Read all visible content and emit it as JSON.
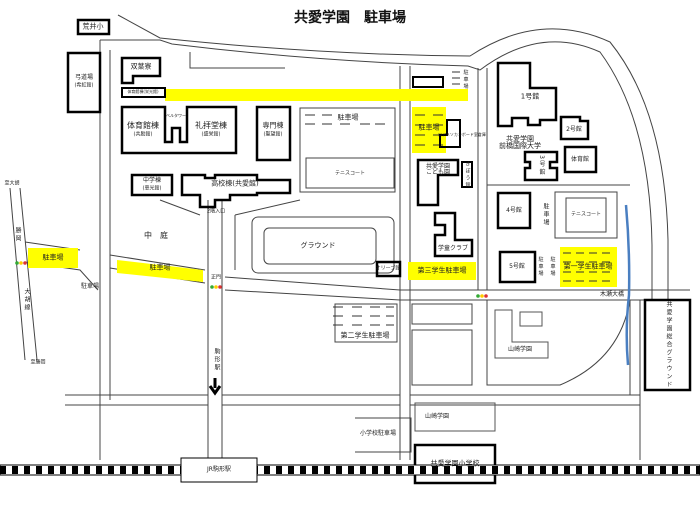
{
  "title": "共愛学園　駐車場",
  "colors": {
    "parking": "#ffff00",
    "river": "#4a7fc1",
    "building": "#000000"
  },
  "labels": {
    "arai": "荒井小",
    "kyudo": "弓道場",
    "kyudo_sub": "(希紅館)",
    "futaba": "双葉寮",
    "gym_small": "体育館棟(栄光館)",
    "gym": "体育館棟",
    "gym_sub": "(共励館)",
    "bell": "ベルタワー",
    "chapel": "礼拝堂棟",
    "chapel_sub": "(盛栄館)",
    "senmon": "専門棟",
    "senmon_sub": "(聖望館)",
    "chugaku": "中学棟",
    "chugaku_sub": "(恵光館)",
    "koko": "高校棟(共愛館)",
    "entrance2": "2階入口",
    "nakaniwa": "中　庭",
    "ground": "グラウンド",
    "tennis1": "テニスコート",
    "tennis2": "テニスコート",
    "parking_top": "駐車場",
    "parking_mid": "駐車場",
    "parking_yellow_mid": "駐車場",
    "parking_main": "駐車場",
    "parking_left": "駐車場",
    "parking_left2": "駐車場",
    "parking_right4": "駐車場",
    "parking_r5a": "駐車場",
    "parking_r5b": "駐車場",
    "storage": "ロアメソカンボード室倉庫",
    "kodomo": "共愛学園\nこども園",
    "kibou": "きぼう館",
    "gakudo": "学童クラブ",
    "olive": "オリーブ館",
    "p3": "第三学生駐車場",
    "p2": "第二学生駐車場",
    "p1": "第一学生駐車場",
    "univ": "共愛学園\n前橋国際大学",
    "b1": "1号館",
    "b2": "2号館",
    "b3": "3号館",
    "b4": "4号館",
    "b5": "5号館",
    "univ_gym": "体育館",
    "to_ogo": "至大胡",
    "katsuoka": "勝岡",
    "ogo_line": "大胡線",
    "to_katsuoka": "至勝岡",
    "seimon": "正門",
    "komagata": "駒形駅",
    "kise": "木瀬大橋",
    "sogo": "共愛学園総合グラウンド",
    "yamazaki1": "山崎学園",
    "yamazaki2": "山崎学園",
    "sho_parking": "小学校駐車場",
    "shogakko": "共愛学園小学校",
    "jr": "JR駒形駅"
  }
}
